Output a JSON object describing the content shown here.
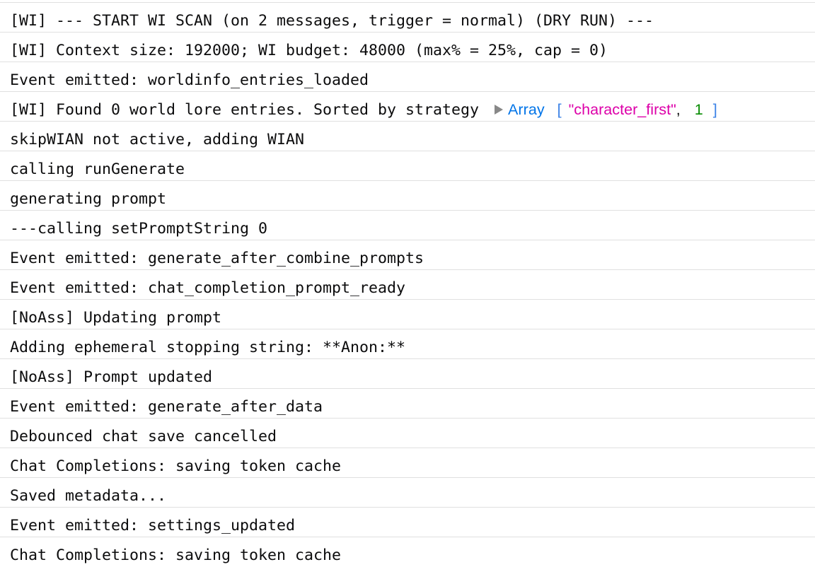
{
  "colors": {
    "background": "#ffffff",
    "text": "#0c0c0d",
    "divider": "#e0e0e0",
    "arrow": "#888888",
    "class": "#0074e8",
    "bracket": "#3b82e6",
    "string": "#dd00a9",
    "number": "#058b00"
  },
  "console": {
    "rows": [
      {
        "text": "[WI] --- START WI SCAN (on 2 messages, trigger = normal) (DRY RUN) ---"
      },
      {
        "text": "[WI] Context size: 192000; WI budget: 48000 (max% = 25%, cap = 0)"
      },
      {
        "text": "Event emitted: worldinfo_entries_loaded"
      },
      {
        "text": "[WI] Found 0 world lore entries. Sorted by strategy",
        "preview": {
          "toggle_icon": "expand-triangle",
          "class_name": "Array",
          "open_bracket": "[",
          "string_value": "\"character_first\"",
          "separator": ",",
          "number_value": "1",
          "close_bracket": "]"
        }
      },
      {
        "text": "skipWIAN not active, adding WIAN"
      },
      {
        "text": "calling runGenerate"
      },
      {
        "text": "generating prompt"
      },
      {
        "text": "---calling setPromptString 0"
      },
      {
        "text": "Event emitted: generate_after_combine_prompts"
      },
      {
        "text": "Event emitted: chat_completion_prompt_ready"
      },
      {
        "text": "[NoAss] Updating prompt"
      },
      {
        "text": "Adding ephemeral stopping string: **Anon:**"
      },
      {
        "text": "[NoAss] Prompt updated"
      },
      {
        "text": "Event emitted: generate_after_data"
      },
      {
        "text": "Debounced chat save cancelled"
      },
      {
        "text": "Chat Completions: saving token cache"
      },
      {
        "text": "Saved metadata..."
      },
      {
        "text": "Event emitted: settings_updated"
      },
      {
        "text": "Chat Completions: saving token cache"
      }
    ]
  }
}
